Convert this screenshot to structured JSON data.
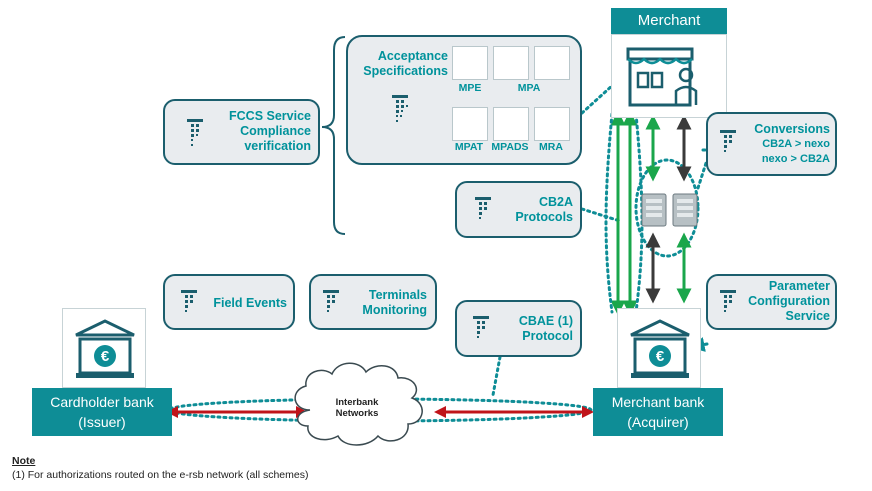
{
  "merchant": {
    "title": "Merchant"
  },
  "acceptance": {
    "title_line1": "Acceptance",
    "title_line2": "Specifications",
    "items": [
      "MPE",
      "MPA",
      "MPAT",
      "MPADS",
      "MRA"
    ]
  },
  "fccs": {
    "line1": "FCCS Service",
    "line2": "Compliance",
    "line3": "verification"
  },
  "conversions": {
    "title": "Conversions",
    "line1": "CB2A > nexo",
    "line2": "nexo > CB2A"
  },
  "cb2a": {
    "line1": "CB2A",
    "line2": "Protocols"
  },
  "field_events": {
    "label": "Field Events"
  },
  "terminals": {
    "line1": "Terminals",
    "line2": "Monitoring"
  },
  "cbae": {
    "line1": "CBAE (1)",
    "line2": "Protocol"
  },
  "parameter": {
    "line1": "Parameter",
    "line2": "Configuration",
    "line3": "Service"
  },
  "cardholder_bank": {
    "line1": "Cardholder bank",
    "line2": "(Issuer)"
  },
  "merchant_bank": {
    "line1": "Merchant bank",
    "line2": "(Acquirer)"
  },
  "interbank": {
    "line1": "Interbank",
    "line2": "Networks"
  },
  "note": {
    "title": "Note",
    "text": "(1) For authorizations routed on the e-rsb network (all schemes)"
  },
  "colors": {
    "teal": "#0e8d96",
    "dark": "#1b5e6d",
    "green": "#1aa64b",
    "red": "#c0141a",
    "gray": "#3a3a3a",
    "box": "#e9ecef"
  }
}
